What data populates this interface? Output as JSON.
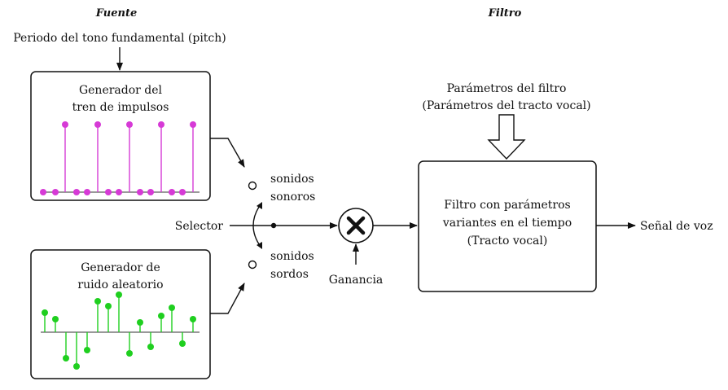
{
  "headers": {
    "source": "Fuente",
    "filter": "Filtro"
  },
  "pitch_label": "Periodo del tono fundamental (pitch)",
  "impulse_generator": {
    "line1": "Generador del",
    "line2": "tren de impulsos",
    "color": "#d63ad6"
  },
  "noise_generator": {
    "line1": "Generador de",
    "line2": "ruido aleatorio",
    "color": "#1fcf1f"
  },
  "switch": {
    "voiced_line1": "sonidos",
    "voiced_line2": "sonoros",
    "unvoiced_line1": "sonidos",
    "unvoiced_line2": "sordos",
    "selector_label": "Selector"
  },
  "gain_label": "Ganancia",
  "filter_params": {
    "line1": "Parámetros del filtro",
    "line2": "(Parámetros del tracto vocal)"
  },
  "filter_box": {
    "line1": "Filtro con parámetros",
    "line2": "variantes en el tiempo",
    "line3": "(Tracto vocal)"
  },
  "output_label": "Señal de voz",
  "noise_samples": [
    1.2,
    0.8,
    -1.6,
    -2.1,
    -1.1,
    1.9,
    1.6,
    2.3,
    -1.3,
    0.6,
    -0.9,
    1.0,
    1.5,
    -0.7,
    0.8
  ]
}
